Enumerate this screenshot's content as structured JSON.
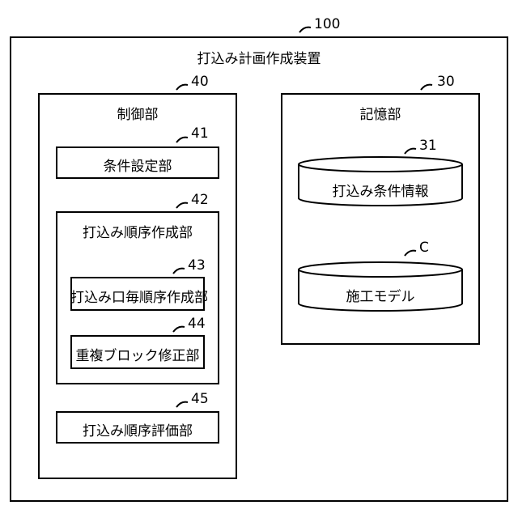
{
  "device": {
    "ref": "100",
    "title": "打込み計画作成装置"
  },
  "control": {
    "ref": "40",
    "title": "制御部",
    "condition_setting": {
      "ref": "41",
      "label": "条件設定部"
    },
    "order_creation": {
      "ref": "42",
      "label": "打込み順序作成部",
      "per_port": {
        "ref": "43",
        "label": "打込み口毎順序作成部"
      },
      "overlap_fix": {
        "ref": "44",
        "label": "重複ブロック修正部"
      }
    },
    "order_evaluation": {
      "ref": "45",
      "label": "打込み順序評価部"
    }
  },
  "storage": {
    "ref": "30",
    "title": "記憶部",
    "condition_info": {
      "ref": "31",
      "label": "打込み条件情報"
    },
    "construction_model": {
      "ref": "C",
      "label": "施工モデル"
    }
  }
}
